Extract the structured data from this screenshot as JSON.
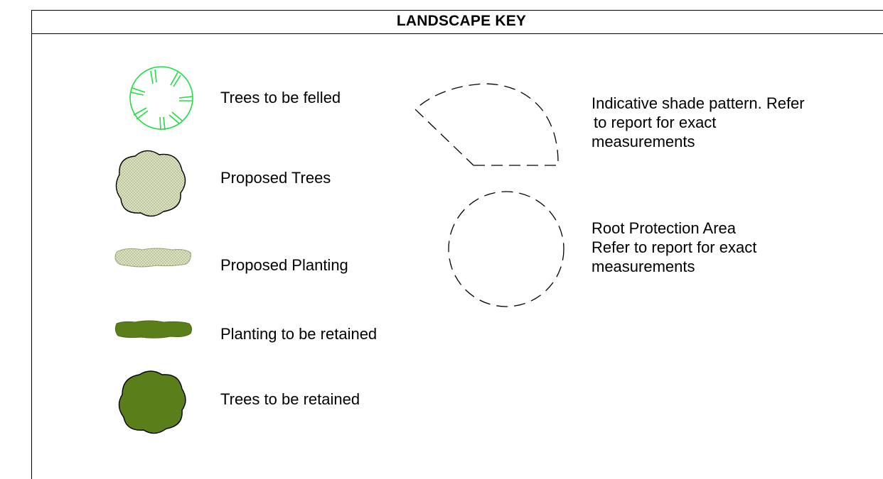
{
  "title": "LANDSCAPE KEY",
  "legend_left": [
    {
      "symbol": "trees-to-be-felled-symbol",
      "label": "Trees to be felled"
    },
    {
      "symbol": "proposed-trees-symbol",
      "label": "Proposed Trees"
    },
    {
      "symbol": "proposed-planting-symbol",
      "label": "Proposed Planting"
    },
    {
      "symbol": "planting-to-be-retained-symbol",
      "label": "Planting to be retained"
    },
    {
      "symbol": "trees-to-be-retained-symbol",
      "label": "Trees to be retained"
    }
  ],
  "legend_right": [
    {
      "symbol": "shade-pattern-symbol",
      "lines": [
        "Indicative shade pattern. Refer",
        "to report for exact",
        "measurements"
      ]
    },
    {
      "symbol": "root-protection-area-symbol",
      "lines": [
        "Root Protection Area",
        "Refer to report for exact",
        "measurements"
      ]
    }
  ],
  "colors": {
    "felled_green": "#22dd44",
    "proposed_fill": "#dde3c4",
    "retained_green": "#5a7f1a"
  }
}
